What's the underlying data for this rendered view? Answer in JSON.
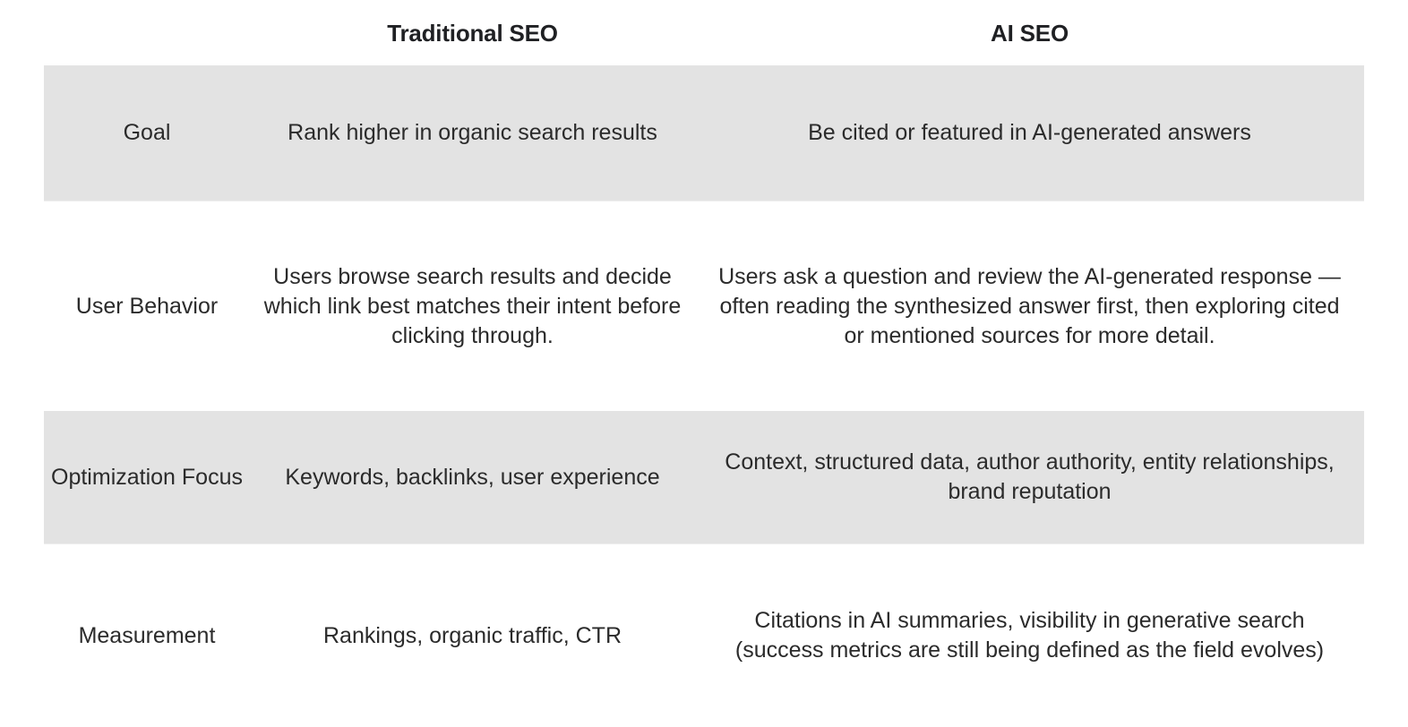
{
  "table": {
    "headers": {
      "label_column": "",
      "traditional": "Traditional SEO",
      "ai": "AI SEO"
    },
    "rows": [
      {
        "label": "Goal",
        "traditional": "Rank higher in organic search results",
        "ai": "Be cited or featured in AI-generated answers",
        "shaded": true
      },
      {
        "label": "User Behavior",
        "traditional": "Users browse search results and decide which link best matches their intent before clicking through.",
        "ai": "Users ask a question and review the AI-generated response — often reading the synthesized answer first, then exploring cited or mentioned sources for more detail.",
        "shaded": false
      },
      {
        "label": "Optimization Focus",
        "traditional": "Keywords, backlinks, user experience",
        "ai": "Context, structured data, author authority, entity relationships, brand reputation",
        "shaded": true
      },
      {
        "label": "Measurement",
        "traditional": "Rankings, organic traffic, CTR",
        "ai": "Citations in AI summaries, visibility in generative search (success metrics are still being defined as the field evolves)",
        "shaded": false
      }
    ]
  },
  "colors": {
    "page_background": "#ffffff",
    "shaded_row": "#e3e3e3",
    "header_text": "#1f2023",
    "body_text": "#2b2b2b",
    "row_divider": "#ededed"
  }
}
